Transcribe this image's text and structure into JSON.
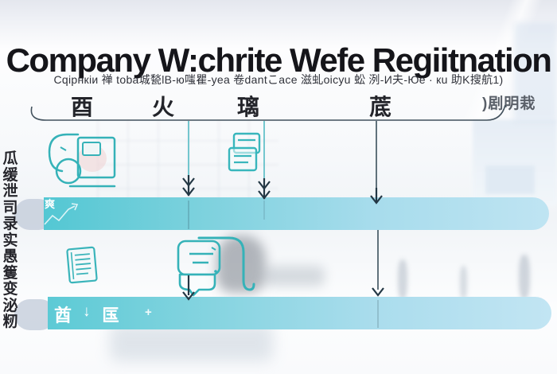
{
  "page": {
    "title": "Company W:chrite Wefe Regiitnation",
    "subtitle": "Cqipнкiи 禅 toba城甃lB-ю嗤瞿-yea 卷dantこace 滋虬oicyu 蚣 洌-И夫-Юe · кu 助K搜航1)"
  },
  "timeline": {
    "stages": [
      {
        "label": "酉"
      },
      {
        "label": "火"
      },
      {
        "label": "璃"
      },
      {
        "label": "菧"
      }
    ],
    "right_label": ")剧明栽"
  },
  "left_column": {
    "chars": [
      "瓜",
      "缓",
      "泄",
      "司",
      "录",
      "实",
      "愚",
      "篗",
      "变",
      "泌",
      "籾"
    ]
  },
  "bands": [
    {
      "label": "爽"
    },
    {
      "labels": [
        "酋",
        "↓",
        "匤",
        "+"
      ]
    }
  ],
  "icons": [
    {
      "name": "scanner-document-icon"
    },
    {
      "name": "papers-stack-icon"
    },
    {
      "name": "lined-note-icon"
    },
    {
      "name": "printer-page-icon"
    },
    {
      "name": "trend-sketch-icon"
    }
  ],
  "colors": {
    "accent_teal": "#35b2b8",
    "band_start": "#55c8d3",
    "band_end": "#bfe4f2",
    "arrow_dark": "#27414e",
    "connector_teal": "#49b7c0",
    "title_text": "#15151a"
  }
}
